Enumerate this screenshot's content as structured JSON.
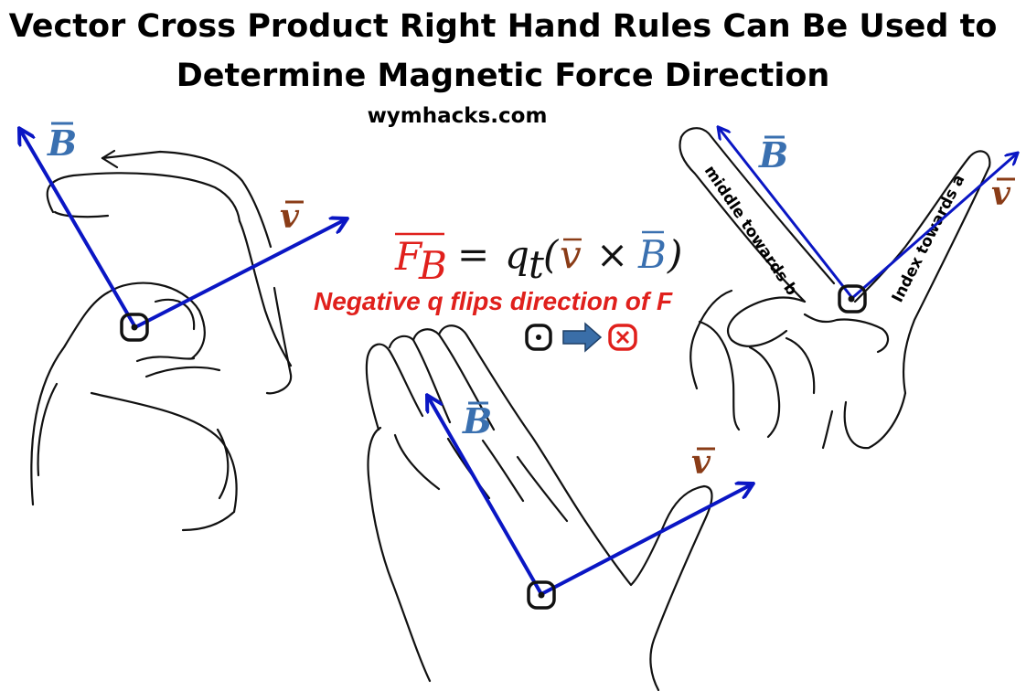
{
  "title": {
    "line1": "Vector Cross Product Right Hand Rules Can Be Used to",
    "line2": "Determine Magnetic Force Direction"
  },
  "website": "wymhacks.com",
  "equation": {
    "force_symbol": "F",
    "force_subscript": "B",
    "equals": "=",
    "charge": "q",
    "charge_subscript": "t",
    "open_paren": "(",
    "velocity": "v",
    "times": "×",
    "field": "B",
    "close_paren": ")"
  },
  "note": "Negative q flips direction of F",
  "vector_labels": {
    "magnetic_field": "B",
    "velocity": "v"
  },
  "finger_labels": {
    "middle": "middle towards b",
    "index": "Index towards a"
  },
  "colors": {
    "vector_arrow": "#0a16c4",
    "field_label": "#3a70b0",
    "velocity_label": "#8a3c17",
    "force_label": "#e0201c",
    "note_text": "#e0201c",
    "into_page_symbol": "#e0201c"
  },
  "icons": {
    "out_of_page": "dot-in-circle-icon",
    "into_page": "x-in-circle-icon",
    "transition": "right-arrow-icon"
  }
}
